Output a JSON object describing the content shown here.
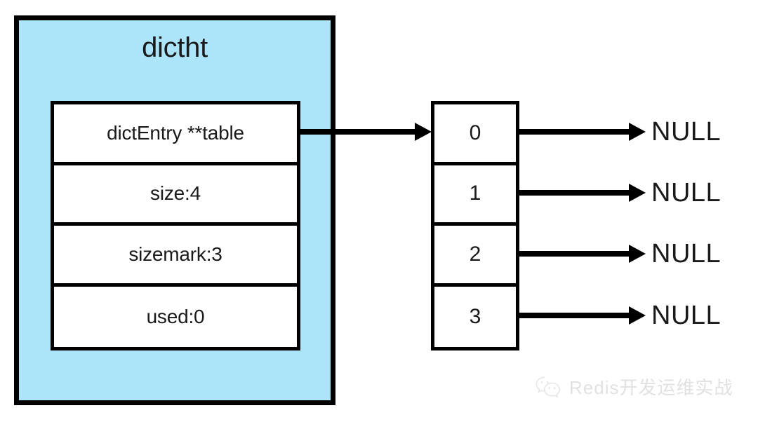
{
  "diagram": {
    "title": "dictht",
    "struct": {
      "name": "dictht",
      "fields": [
        {
          "label": "dictEntry **table"
        },
        {
          "label": "size:4"
        },
        {
          "label": "sizemark:3"
        },
        {
          "label": "used:0"
        }
      ]
    },
    "bucket_table": {
      "cells": [
        {
          "index": "0",
          "value": "NULL"
        },
        {
          "index": "1",
          "value": "NULL"
        },
        {
          "index": "2",
          "value": "NULL"
        },
        {
          "index": "3",
          "value": "NULL"
        }
      ]
    },
    "colors": {
      "struct_fill": "#ACE4FA",
      "border": "#000000",
      "field_fill": "#FFFFFF",
      "text": "#1A1A1A",
      "watermark": "#B8B8B8"
    }
  },
  "watermark": {
    "icon": "wechat-logo",
    "text": "Redis开发运维实战"
  }
}
